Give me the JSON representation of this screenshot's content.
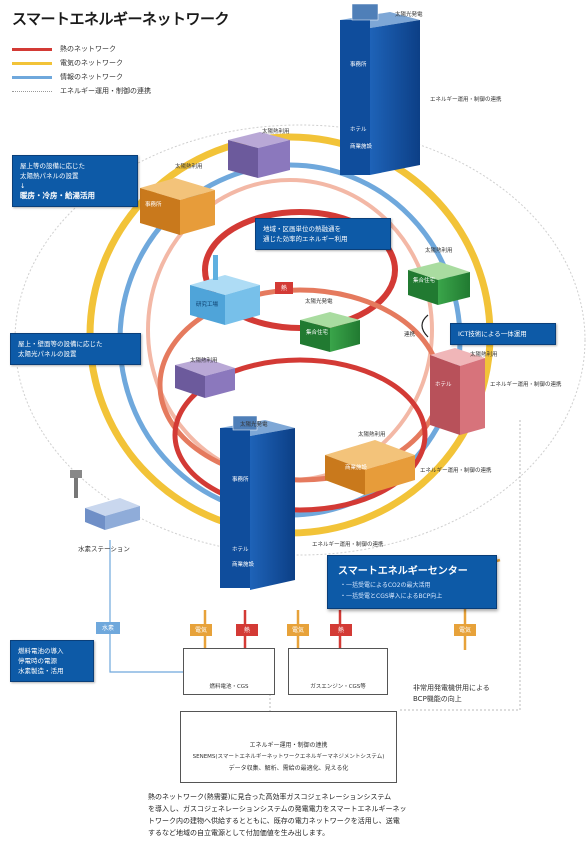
{
  "title": "スマートエネルギーネットワーク",
  "legend": [
    {
      "label": "熱のネットワーク",
      "color": "#d33a35",
      "style": "solid"
    },
    {
      "label": "電気のネットワーク",
      "color": "#f2c338",
      "style": "solid"
    },
    {
      "label": "情報のネットワーク",
      "color": "#6fa8dc",
      "style": "solid"
    },
    {
      "label": "エネルギー運用・制御の連携",
      "color": "#cccccc",
      "style": "dotted"
    }
  ],
  "callouts": {
    "top_left": {
      "line1": "屋上等の設備に応じた",
      "line2": "太陽熱パネルの設置",
      "line3": "↓",
      "strong": "暖房・冷房・給湯活用"
    },
    "center": {
      "line1": "地域・区画単位の熱融通を",
      "line2": "通じた効率的エネルギー利用"
    },
    "right": {
      "line1": "ICT技術による一体運用"
    },
    "mid_left": {
      "line1": "屋上・壁面等の設備に応じた",
      "line2": "太陽光パネルの設置"
    },
    "fuel": {
      "line1": "燃料電池の導入",
      "line2": "停電時の電源",
      "line3": "水素製造・活用"
    }
  },
  "labels": {
    "taiyo_hatsuden": "太陽光発電",
    "taiyo_netsu": "太陽熱利用",
    "control_link": "エネルギー運用・制御の連携",
    "hydrogen_station": "水素ステーション",
    "renkei": "連携",
    "electricity": "電気",
    "heat": "熱",
    "hydrogen": "水素"
  },
  "buildings": {
    "office": [
      "事務所",
      "ホテル",
      "商業施設"
    ],
    "factory": "研究工場",
    "green_bldg": "集合住宅",
    "pink_bldg": "ホテル",
    "orange_bldg": "事務所",
    "orange_low": "商業施設"
  },
  "center": {
    "title": "スマートエネルギーセンター",
    "line1": "・一括受電によるCO2の最大活用",
    "line2": "・一括受電とCGS導入によるBCP向上"
  },
  "generators": {
    "left": "燃料電池・CGS",
    "right": "ガスエンジン・CGS等"
  },
  "note": {
    "line1": "非常用発電機併用による",
    "line2": "BCP機能の向上"
  },
  "management": {
    "line1": "エネルギー運用・制御の連携",
    "line2": "SENEMS(スマートエネルギーネットワークエネルギーマネジメントシステム)",
    "line3": "データ収集、解析、需給の最適化、見える化"
  },
  "description": {
    "line1": "熱のネットワーク(熱需要)に見合った高効率ガスコジェネレーションシステム",
    "line2": "を導入し、ガスコジェネレーションシステムの発電電力をスマートエネルギーネッ",
    "line3": "トワーク内の建物へ供給するとともに、既存の電力ネットワークを活用し、送電",
    "line4": "するなど地域の自立電源として付加価値を生み出します。"
  },
  "colors": {
    "heat": "#d33a35",
    "electric": "#f2c338",
    "info": "#6fa8dc",
    "navy": "#0d5aa7"
  }
}
